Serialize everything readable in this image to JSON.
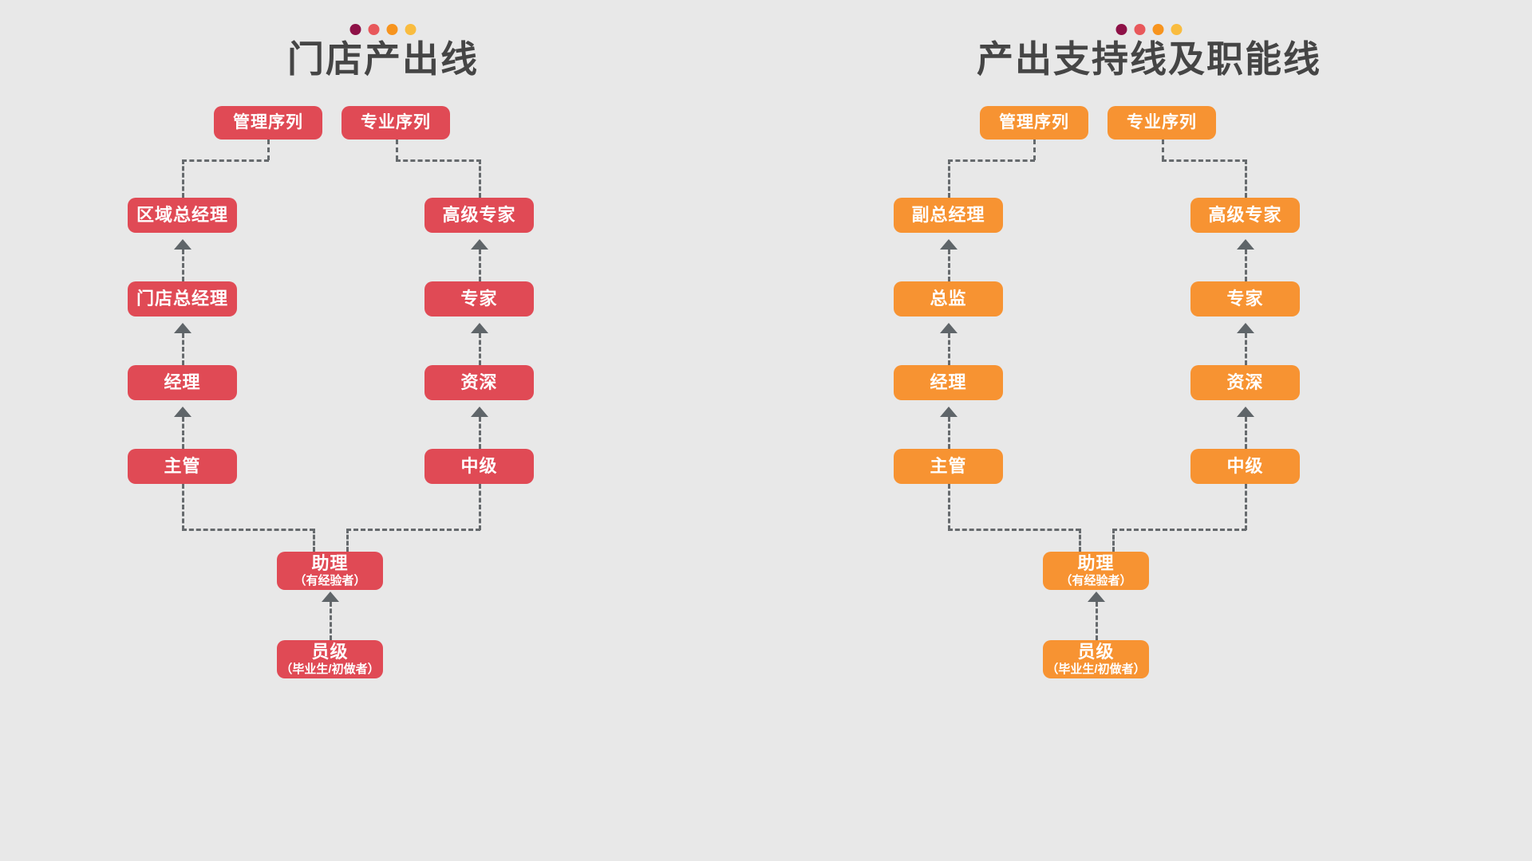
{
  "background_color": "#e8e8e8",
  "panels": [
    {
      "id": "store-output-line",
      "title": "门店产出线",
      "accent_color": "#e04a55",
      "dots": [
        {
          "name": "dot-maroon",
          "color": "#8e1147"
        },
        {
          "name": "dot-coral",
          "color": "#e8585b"
        },
        {
          "name": "dot-orange",
          "color": "#f7941e"
        },
        {
          "name": "dot-amber",
          "color": "#f9bc3f"
        }
      ],
      "sequences": [
        {
          "id": "management",
          "label": "管理序列"
        },
        {
          "id": "professional",
          "label": "专业序列"
        }
      ],
      "management_ladder": [
        {
          "main": "区域总经理",
          "sub": ""
        },
        {
          "main": "门店总经理",
          "sub": ""
        },
        {
          "main": "经理",
          "sub": ""
        },
        {
          "main": "主管",
          "sub": ""
        }
      ],
      "professional_ladder": [
        {
          "main": "高级专家",
          "sub": ""
        },
        {
          "main": "专家",
          "sub": ""
        },
        {
          "main": "资深",
          "sub": ""
        },
        {
          "main": "中级",
          "sub": ""
        }
      ],
      "base_ladder": [
        {
          "main": "助理",
          "sub": "（有经验者）"
        },
        {
          "main": "员级",
          "sub": "（毕业生/初做者）"
        }
      ]
    },
    {
      "id": "support-and-function-line",
      "title": "产出支持线及职能线",
      "accent_color": "#f79332",
      "dots": [
        {
          "name": "dot-maroon",
          "color": "#8e1147"
        },
        {
          "name": "dot-coral",
          "color": "#e8585b"
        },
        {
          "name": "dot-orange",
          "color": "#f7941e"
        },
        {
          "name": "dot-amber",
          "color": "#f9bc3f"
        }
      ],
      "sequences": [
        {
          "id": "management",
          "label": "管理序列"
        },
        {
          "id": "professional",
          "label": "专业序列"
        }
      ],
      "management_ladder": [
        {
          "main": "副总经理",
          "sub": ""
        },
        {
          "main": "总监",
          "sub": ""
        },
        {
          "main": "经理",
          "sub": ""
        },
        {
          "main": "主管",
          "sub": ""
        }
      ],
      "professional_ladder": [
        {
          "main": "高级专家",
          "sub": ""
        },
        {
          "main": "专家",
          "sub": ""
        },
        {
          "main": "资深",
          "sub": ""
        },
        {
          "main": "中级",
          "sub": ""
        }
      ],
      "base_ladder": [
        {
          "main": "助理",
          "sub": "（有经验者）"
        },
        {
          "main": "员级",
          "sub": "（毕业生/初做者）"
        }
      ]
    }
  ]
}
